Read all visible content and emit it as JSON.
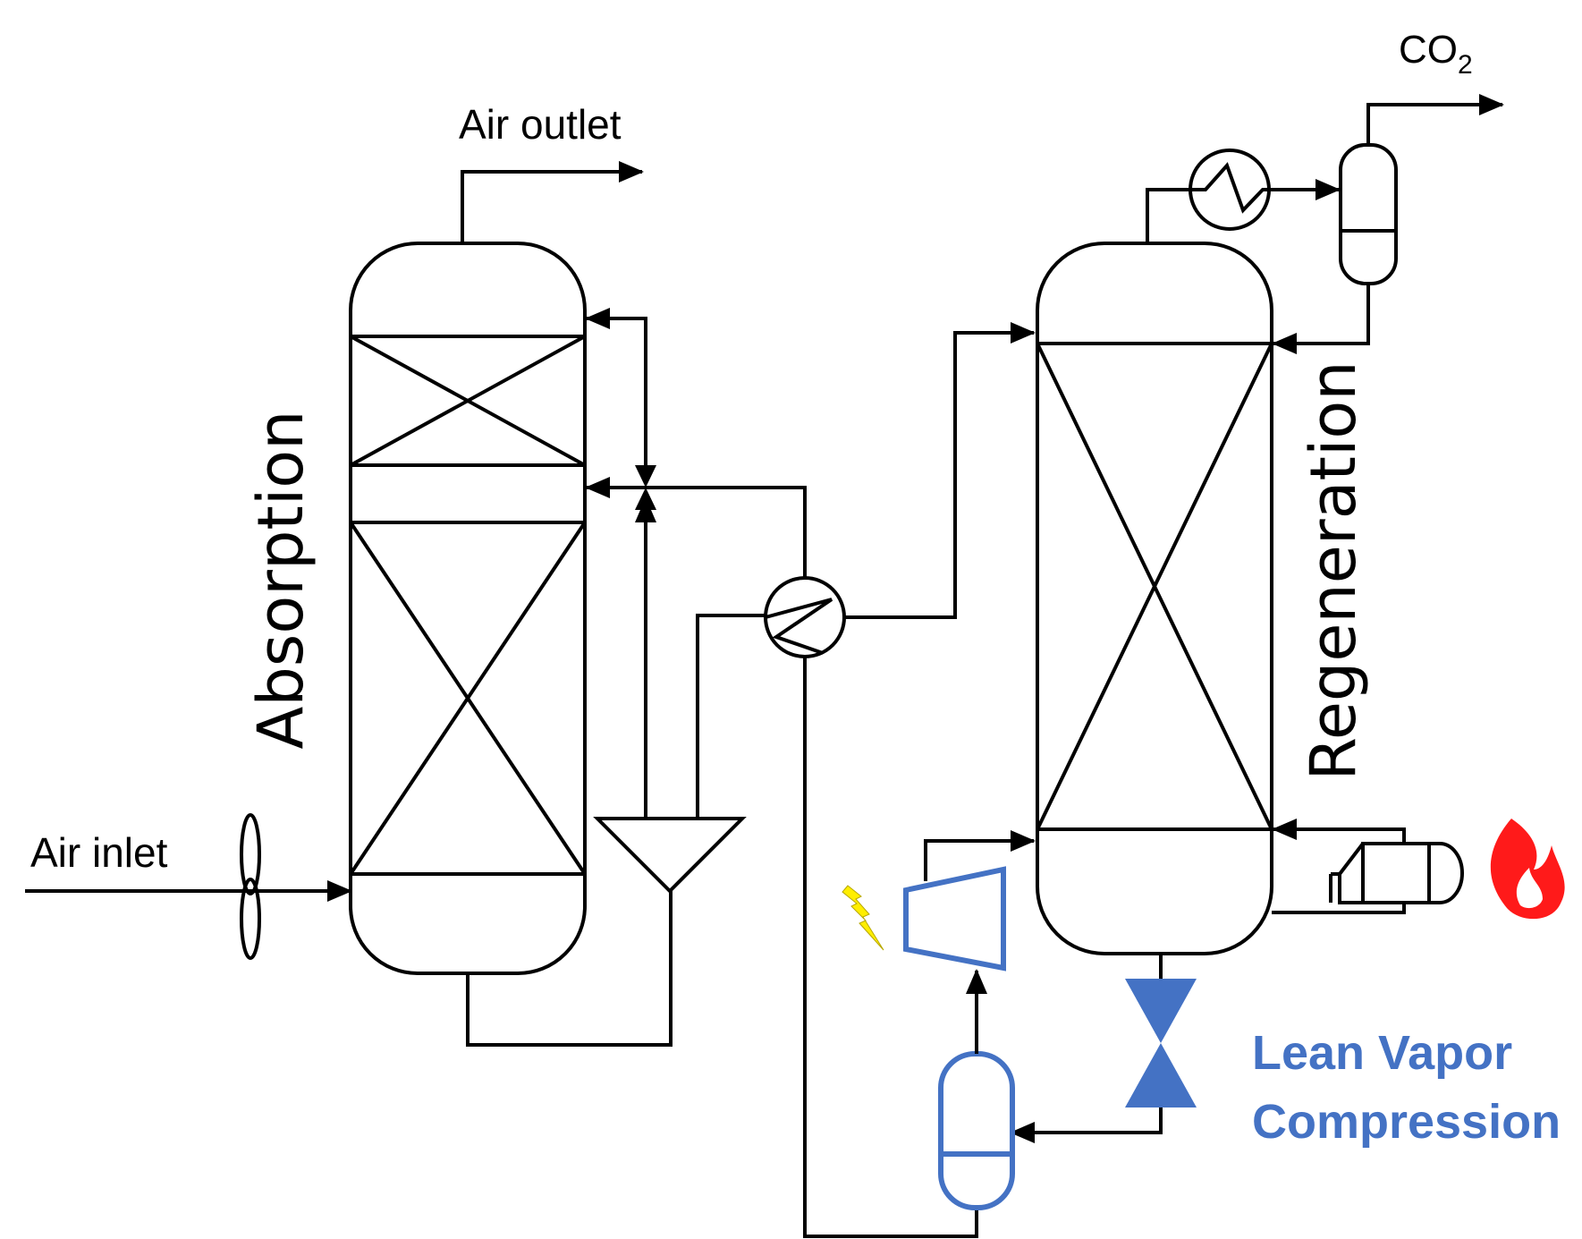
{
  "labels": {
    "air_outlet": "Air outlet",
    "air_inlet": "Air inlet",
    "absorption": "Absorption",
    "regeneration": "Regeneration",
    "co2_main": "CO",
    "co2_sub": "2",
    "lean_vapor_line1": "Lean Vapor",
    "lean_vapor_line2": "Compression"
  },
  "colors": {
    "line": "#000000",
    "highlight": "#4472c4",
    "flame": "#ff1a1a",
    "lightning": "#ffee00"
  },
  "icons": [
    "fan-icon",
    "heat-exchanger-icon",
    "condenser-icon",
    "flash-drum-icon",
    "valve-icon",
    "compressor-icon",
    "lightning-icon",
    "flame-icon",
    "reboiler-icon",
    "splitter-icon"
  ]
}
